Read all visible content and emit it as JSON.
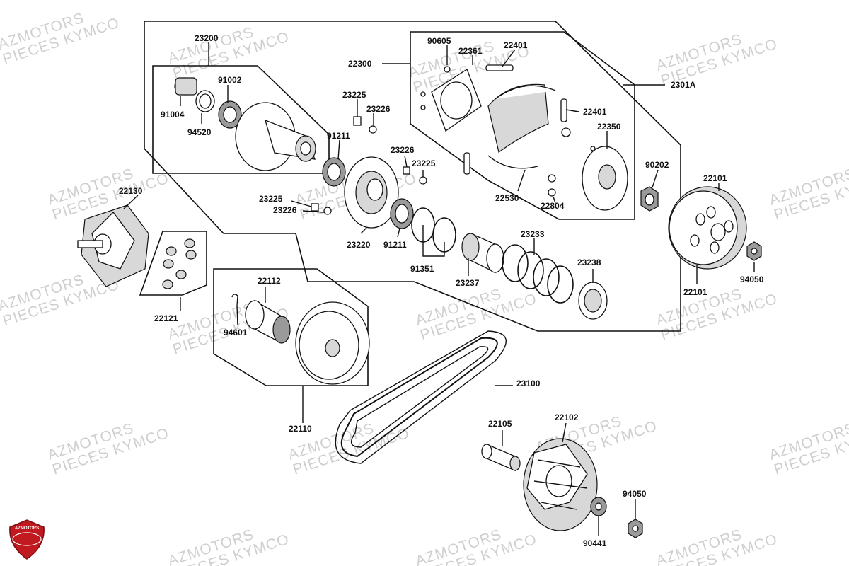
{
  "callouts": {
    "p23200": "23200",
    "p91002": "91002",
    "p91004": "91004",
    "p94520": "94520",
    "p22300": "22300",
    "p90605": "90605",
    "p22361": "22361",
    "p22401a": "22401",
    "p22401b": "22401",
    "p2301A": "2301A",
    "p23225a": "23225",
    "p23226a": "23226",
    "p91211a": "91211",
    "p22350": "22350",
    "p23226b": "23226",
    "p23225b": "23225",
    "p22530": "22530",
    "p90202": "90202",
    "p22101a": "22101",
    "p22130": "22130",
    "p23225c": "23225",
    "p23226c": "23226",
    "p22804": "22804",
    "p23233": "23233",
    "p23220": "23220",
    "p91211b": "91211",
    "p94050a": "94050",
    "p22101b": "22101",
    "p23238": "23238",
    "p91351": "91351",
    "p23237": "23237",
    "p22112": "22112",
    "p22121": "22121",
    "p94601": "94601",
    "p23100": "23100",
    "p22110": "22110",
    "p22105": "22105",
    "p22102": "22102",
    "p94050b": "94050",
    "p90441": "90441"
  },
  "watermarks": [
    "AZMOTORS",
    "PIECES KYMCO"
  ],
  "logo_text": "AZMOTORS"
}
